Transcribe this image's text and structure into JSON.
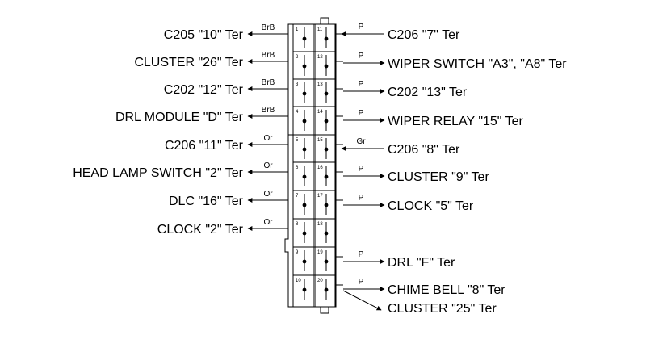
{
  "colors": {
    "ink": "#000000",
    "background": "#ffffff"
  },
  "pins_left": [
    "1",
    "2",
    "3",
    "4",
    "5",
    "6",
    "7",
    "8",
    "9",
    "10"
  ],
  "pins_right": [
    "11",
    "12",
    "13",
    "14",
    "15",
    "16",
    "17",
    "18",
    "19",
    "20"
  ],
  "left_circuits": [
    {
      "label": "C205 \"10\" Ter",
      "wire": "BrB",
      "pin": "1"
    },
    {
      "label": "CLUSTER \"26\" Ter",
      "wire": "BrB",
      "pin": "2"
    },
    {
      "label": "C202 \"12\" Ter",
      "wire": "BrB",
      "pin": "3"
    },
    {
      "label": "DRL MODULE \"D\" Ter",
      "wire": "BrB",
      "pin": "4"
    },
    {
      "label": "C206 \"11\" Ter",
      "wire": "Or",
      "pin": "5"
    },
    {
      "label": "HEAD LAMP SWITCH \"2\" Ter",
      "wire": "Or",
      "pin": "6"
    },
    {
      "label": "DLC \"16\" Ter",
      "wire": "Or",
      "pin": "7"
    },
    {
      "label": "CLOCK \"2\" Ter",
      "wire": "Or",
      "pin": "8"
    }
  ],
  "right_circuits": [
    {
      "label": "C206 \"7\" Ter",
      "wire": "P",
      "pin": "11"
    },
    {
      "label": "WIPER SWITCH \"A3\", \"A8\" Ter",
      "wire": "P",
      "pin": "12"
    },
    {
      "label": "C202 \"13\" Ter",
      "wire": "P",
      "pin": "13"
    },
    {
      "label": "WIPER RELAY \"15\" Ter",
      "wire": "P",
      "pin": "14"
    },
    {
      "label": "C206 \"8\" Ter",
      "wire": "Gr",
      "pin": "15"
    },
    {
      "label": "CLUSTER \"9\" Ter",
      "wire": "P",
      "pin": "16"
    },
    {
      "label": "CLOCK \"5\" Ter",
      "wire": "P",
      "pin": "17"
    },
    {
      "label": "DRL \"F\" Ter",
      "wire": "P",
      "pin": "19"
    },
    {
      "label": "CHIME BELL \"8\" Ter",
      "wire": "P",
      "pin": "20"
    },
    {
      "label": "CLUSTER \"25\" Ter",
      "wire": "",
      "pin": "20"
    }
  ]
}
